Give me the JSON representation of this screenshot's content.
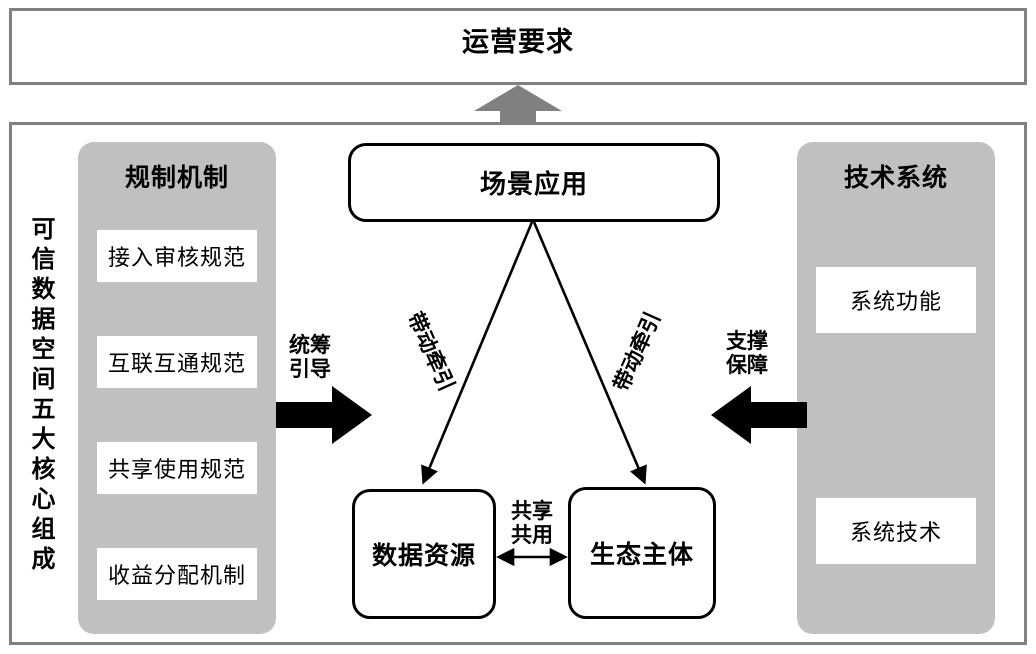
{
  "diagram": {
    "top_box": {
      "title": "运营要求"
    },
    "vertical_label": "可信数据空间五大核心组成",
    "left_panel": {
      "title": "规制机制",
      "items": [
        {
          "label": "接入审核规范"
        },
        {
          "label": "互联互通规范"
        },
        {
          "label": "共享使用规范"
        },
        {
          "label": "收益分配机制"
        }
      ]
    },
    "right_panel": {
      "title": "技术系统",
      "items": [
        {
          "label": "系统功能"
        },
        {
          "label": "系统技术"
        }
      ]
    },
    "center_nodes": {
      "scenario": "场景应用",
      "data_resource": "数据资源",
      "ecosystem_entity": "生态主体"
    },
    "edges": {
      "coordinate_guidance": "统筹\n引导",
      "coordinate_guidance_line1": "统筹",
      "coordinate_guidance_line2": "引导",
      "support_guarantee_line1": "支撑",
      "support_guarantee_line2": "保障",
      "share_couse_line1": "共享",
      "share_couse_line2": "共用",
      "drive_traction_left": "带动牵引",
      "drive_traction_right": "带动牵引"
    },
    "colors": {
      "frame_border": "#808080",
      "panel_fill": "#c0c0c0",
      "chip_fill": "#ffffff",
      "node_border": "#000000",
      "gray_arrow": "#808080",
      "black_arrow": "#000000",
      "text": "#000000"
    },
    "icons": {
      "up_arrow": "arrow-up-icon",
      "left_arrow": "arrow-left-icon",
      "right_arrow": "arrow-right-icon",
      "bidirectional_arrow": "arrow-bidirectional-icon",
      "diagonal_arrow": "arrow-diagonal-icon"
    }
  }
}
